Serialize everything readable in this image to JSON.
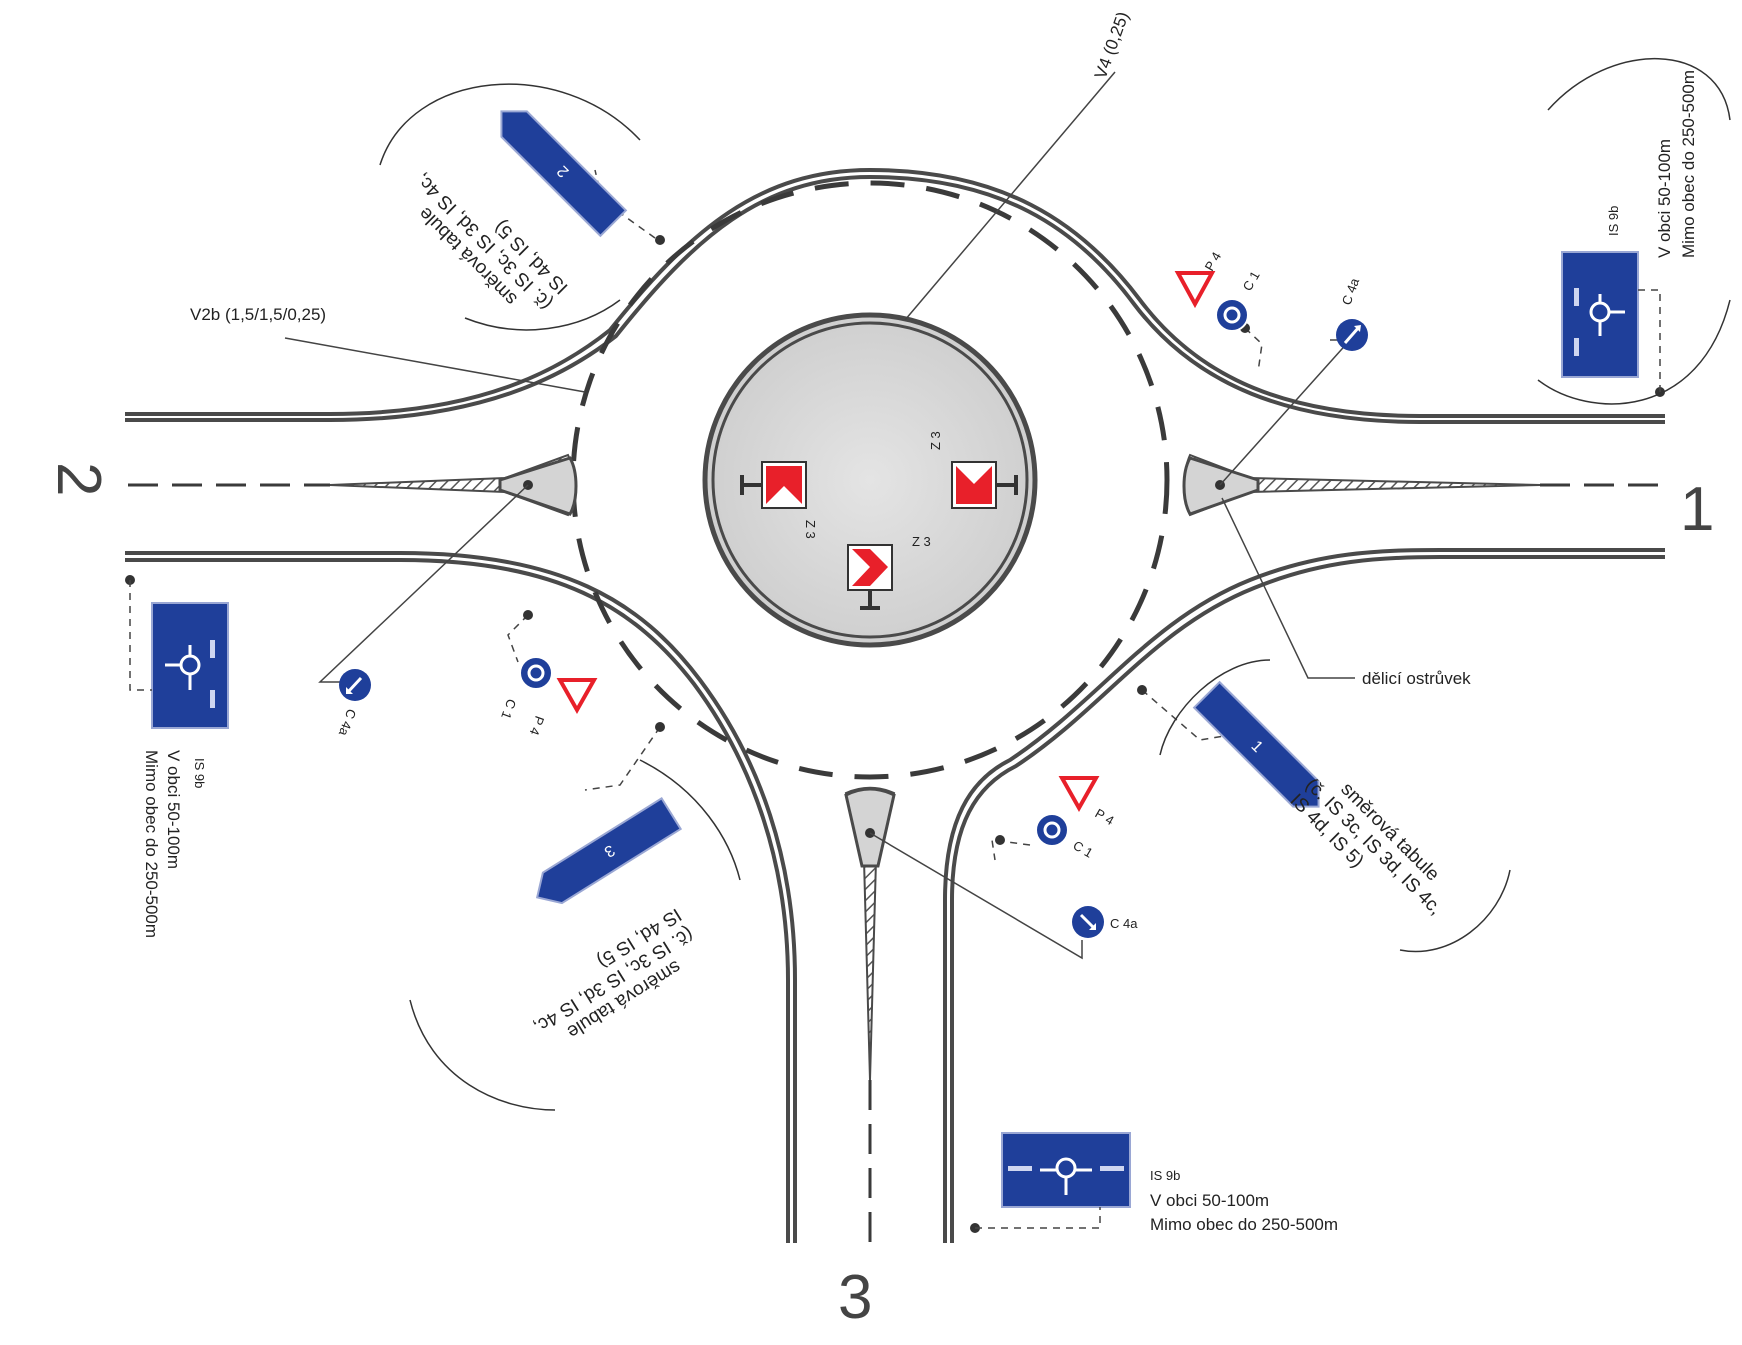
{
  "arms": {
    "east": "1",
    "west": "2",
    "south": "3"
  },
  "labels": {
    "v4": "V4 (0,25)",
    "v2b": "V2b (1,5/1,5/0,25)",
    "island": "dělicí ostrůvek"
  },
  "signs": {
    "p4": "P 4",
    "c1": "C 1",
    "c4a": "C 4a",
    "z3": "Z 3",
    "is9b": "IS 9b"
  },
  "is9b_distance": {
    "line1": "V obci 50-100m",
    "line2": "Mimo obec do 250-500m"
  },
  "direction_boards": {
    "east": {
      "number": "1",
      "line1": "směrová tabule",
      "line2": "(č. IS 3c, IS 3d, IS 4c,",
      "line3": "IS 4d, IS 5)"
    },
    "west": {
      "number": "2",
      "line1": "směrová tabule",
      "line2": "(č. IS 3c, IS 3d, IS 4c,",
      "line3": "IS 4d, IS 5)"
    },
    "south": {
      "number": "3",
      "line1": "směrová tabule",
      "line2": "(č. IS 3c, IS 3d, IS 4c,",
      "line3": "IS 4d, IS 5)"
    }
  },
  "colors": {
    "road": "#4a4a4a",
    "sign_blue": "#1f3f9a",
    "warning_red": "#e8202a",
    "island_fill": "#d4d4d4"
  }
}
